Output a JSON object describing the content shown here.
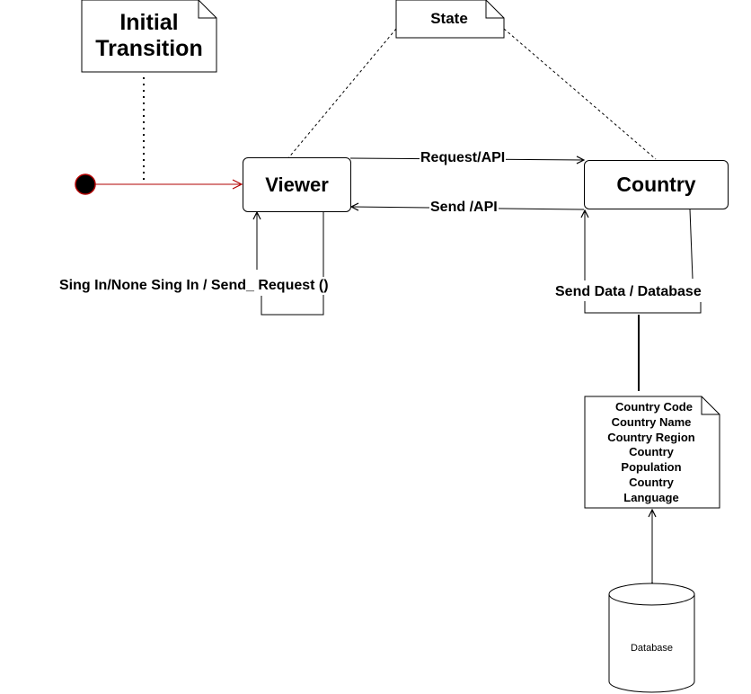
{
  "notes": {
    "initial_transition": {
      "line1": "Initial",
      "line2": "Transition"
    },
    "state": "State",
    "fields": [
      "Country Code",
      "Country Name",
      "Country Region",
      "Country",
      "Population",
      "Country",
      "Language"
    ]
  },
  "states": {
    "viewer": "Viewer",
    "country": "Country"
  },
  "transitions": {
    "request_api": "Request/API",
    "send_api": "Send /API",
    "self_viewer": "Sing In/None Sing In / Send_ Request ()",
    "self_country": "Send Data / Database"
  },
  "database": {
    "label": "Database"
  },
  "colors": {
    "initial_node": "#000000",
    "initial_node_border": "#b20000",
    "initial_arrow": "#b20000",
    "line": "#000000"
  }
}
